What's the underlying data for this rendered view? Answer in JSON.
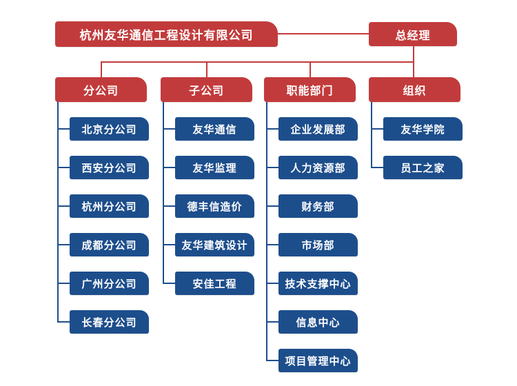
{
  "colors": {
    "red": "#c23b3c",
    "blue": "#1d4e8c",
    "background": "#ffffff",
    "node_text": "#ffffff"
  },
  "root": {
    "label": "杭州友华通信工程设计有限公司"
  },
  "manager": {
    "label": "总经理"
  },
  "columns": [
    {
      "header": "分公司",
      "children": [
        "北京分公司",
        "西安分公司",
        "杭州分公司",
        "成都分公司",
        "广州分公司",
        "长春分公司"
      ]
    },
    {
      "header": "子公司",
      "children": [
        "友华通信",
        "友华监理",
        "德丰信造价",
        "友华建筑设计",
        "安佳工程"
      ]
    },
    {
      "header": "职能部门",
      "children": [
        "企业发展部",
        "人力资源部",
        "财务部",
        "市场部",
        "技术支撑中心",
        "信息中心",
        "项目管理中心"
      ]
    },
    {
      "header": "组织",
      "children": [
        "友华学院",
        "员工之家"
      ]
    }
  ]
}
